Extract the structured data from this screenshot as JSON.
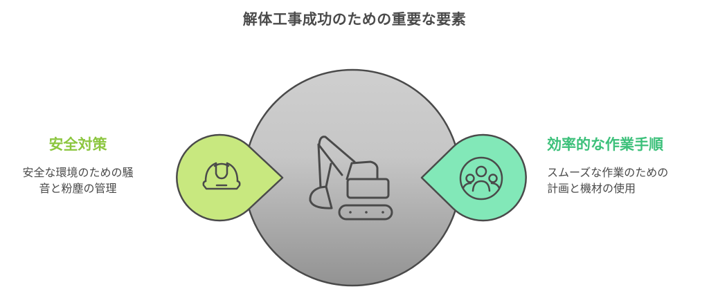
{
  "title": "解体工事成功のための重要な要素",
  "center": {
    "icon": "excavator-icon",
    "gradient_top": "#cfcfcf",
    "gradient_bottom": "#929292",
    "stroke": "#4a4a4a"
  },
  "left": {
    "heading": "安全対策",
    "description": "安全な環境のための騒\n音と粉塵の管理",
    "icon": "hard-hat-icon",
    "fill": "#c8e87f",
    "heading_color": "#8cc63f"
  },
  "right": {
    "heading": "効率的な作業手順",
    "description": "スムーズな作業のための\n計画と機材の使用",
    "icon": "team-icon",
    "fill": "#82e8b8",
    "heading_color": "#3cc07a"
  }
}
